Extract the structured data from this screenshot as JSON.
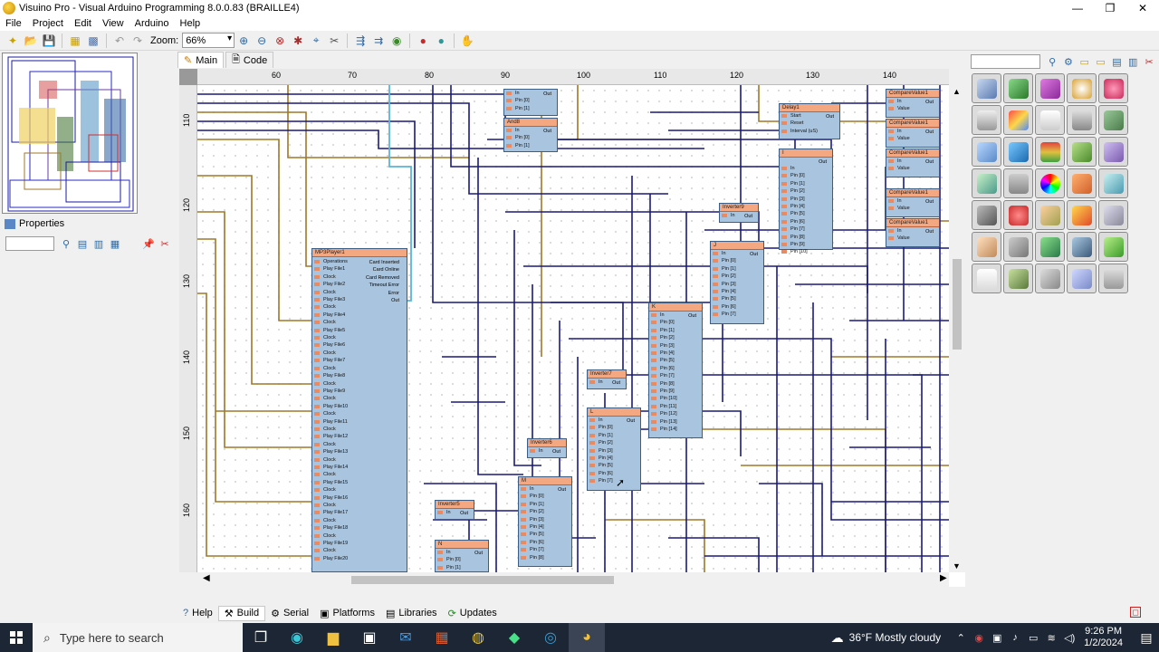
{
  "window": {
    "title": "Visuino Pro - Visual Arduino Programming 8.0.0.83 (BRAILLE4)",
    "controls": [
      "—",
      "❐",
      "✕"
    ]
  },
  "menu": [
    "File",
    "Project",
    "Edit",
    "View",
    "Arduino",
    "Help"
  ],
  "toolbar": {
    "zoom_label": "Zoom:",
    "zoom_value": "66%"
  },
  "properties": {
    "title": "Properties"
  },
  "tabs": [
    {
      "label": "Main",
      "icon": "✎"
    },
    {
      "label": "Code",
      "icon": "🗎"
    }
  ],
  "ruler": {
    "x_ticks": [
      "60",
      "70",
      "80",
      "90",
      "100",
      "110",
      "120",
      "130",
      "140"
    ],
    "y_ticks": [
      "110",
      "120",
      "130",
      "140",
      "150",
      "160"
    ]
  },
  "components": {
    "mp3": {
      "title": "MP3Player1",
      "left_rows": [
        "Operations",
        "Play File1",
        "Clock",
        "Play File2",
        "Clock",
        "Play File3",
        "Clock",
        "Play File4",
        "Clock",
        "Play File5",
        "Clock",
        "Play File6",
        "Clock",
        "Play File7",
        "Clock",
        "Play File8",
        "Clock",
        "Play File9",
        "Clock",
        "Play File10",
        "Clock",
        "Play File11",
        "Clock",
        "Play File12",
        "Clock",
        "Play File13",
        "Clock",
        "Play File14",
        "Clock",
        "Play File15",
        "Clock",
        "Play File16",
        "Clock",
        "Play File17",
        "Clock",
        "Play File18",
        "Clock",
        "Play File19",
        "Clock",
        "Play File20"
      ],
      "right_rows": [
        "Card Inserted",
        "Card Online",
        "Card Removed",
        "Timeout Error",
        "Error",
        "Out"
      ]
    },
    "and_top": {
      "rows": [
        "In",
        "Pin [0]",
        "Pin [1]"
      ],
      "out": "Out"
    },
    "and8": {
      "title": "And8",
      "rows": [
        "In",
        "Pin [0]",
        "Pin [1]"
      ],
      "out": "Out"
    },
    "delay1": {
      "title": "Delay1",
      "rows": [
        "Start",
        "Reset",
        "Interval (uS)"
      ],
      "out": "Out"
    },
    "i": {
      "title": "I",
      "rows": [
        "In",
        "Pin [0]",
        "Pin [1]",
        "Pin [2]",
        "Pin [3]",
        "Pin [4]",
        "Pin [5]",
        "Pin [6]",
        "Pin [7]",
        "Pin [8]",
        "Pin [9]",
        "Pin [10]"
      ],
      "out": "Out"
    },
    "inverter9": {
      "title": "Inverter9",
      "rows": [
        "In"
      ],
      "out": "Out"
    },
    "j": {
      "title": "J",
      "rows": [
        "In",
        "Pin [0]",
        "Pin [1]",
        "Pin [2]",
        "Pin [3]",
        "Pin [4]",
        "Pin [5]",
        "Pin [6]",
        "Pin [7]"
      ],
      "out": "Out"
    },
    "k": {
      "title": "K",
      "rows": [
        "In",
        "Pin [0]",
        "Pin [1]",
        "Pin [2]",
        "Pin [3]",
        "Pin [4]",
        "Pin [5]",
        "Pin [6]",
        "Pin [7]",
        "Pin [8]",
        "Pin [9]",
        "Pin [10]",
        "Pin [11]",
        "Pin [12]",
        "Pin [13]",
        "Pin [14]"
      ],
      "out": "Out"
    },
    "inverter7": {
      "title": "Inverter7",
      "rows": [
        "In"
      ],
      "out": "Out"
    },
    "l": {
      "title": "L",
      "rows": [
        "In",
        "Pin [0]",
        "Pin [1]",
        "Pin [2]",
        "Pin [3]",
        "Pin [4]",
        "Pin [5]",
        "Pin [6]",
        "Pin [7]"
      ],
      "out": "Out"
    },
    "inverter6": {
      "title": "Inverter6",
      "rows": [
        "In"
      ],
      "out": "Out"
    },
    "m": {
      "title": "M",
      "rows": [
        "In",
        "Pin [0]",
        "Pin [1]",
        "Pin [2]",
        "Pin [3]",
        "Pin [4]",
        "Pin [5]",
        "Pin [6]",
        "Pin [7]",
        "Pin [8]"
      ],
      "out": "Out"
    },
    "inverter5": {
      "title": "Inverter5",
      "rows": [
        "In"
      ],
      "out": "Out"
    },
    "n": {
      "title": "N",
      "rows": [
        "In",
        "Pin [0]",
        "Pin [1]"
      ],
      "out": "Out"
    },
    "compare": {
      "title": "CompareValue1",
      "rows": [
        "In",
        "Value"
      ],
      "out": "Out"
    }
  },
  "bottom_tabs": [
    {
      "label": "Help",
      "icon": "?"
    },
    {
      "label": "Build",
      "icon": "⚒"
    },
    {
      "label": "Serial",
      "icon": "⚙"
    },
    {
      "label": "Platforms",
      "icon": "▣"
    },
    {
      "label": "Libraries",
      "icon": "▤"
    },
    {
      "label": "Updates",
      "icon": "⟳"
    }
  ],
  "taskbar": {
    "search_placeholder": "Type here to search",
    "weather": "36°F  Mostly cloudy",
    "time": "9:26 PM",
    "date": "1/2/2024"
  },
  "colors": {
    "wire_navy": "#1a1a7a",
    "wire_gold": "#a0782a",
    "wire_cyan": "#5ab4d8",
    "comp_body": "#a9c4de",
    "comp_header": "#f3a882"
  }
}
